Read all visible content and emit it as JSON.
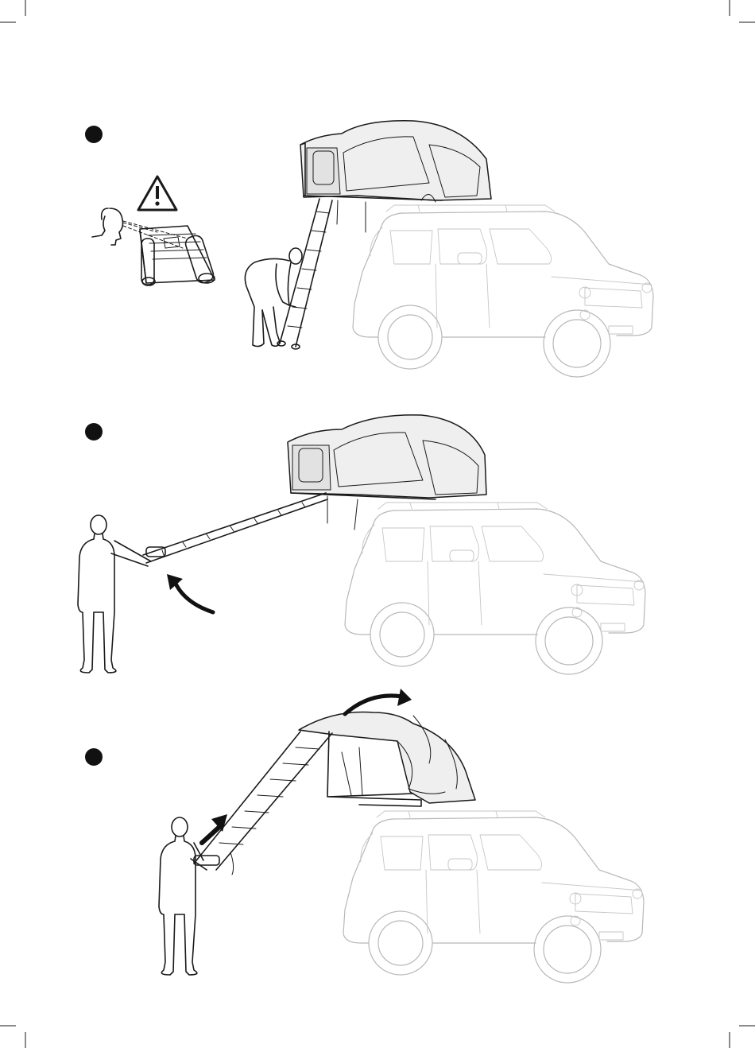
{
  "document": {
    "steps": [
      {
        "marker": "step-1",
        "shows": "warning-check-and-lower-ladder"
      },
      {
        "marker": "step-2",
        "shows": "lift-ladder"
      },
      {
        "marker": "step-3",
        "shows": "push-ladder-tent-opens"
      }
    ],
    "icons": [
      "warning-triangle-icon",
      "curved-arrow-icon",
      "straight-arrow-icon"
    ],
    "colors": {
      "ink": "#1a1a1a",
      "vehicle_ghost": "#b8b8b8",
      "tent_fill": "#efefef",
      "background": "#ffffff"
    }
  }
}
